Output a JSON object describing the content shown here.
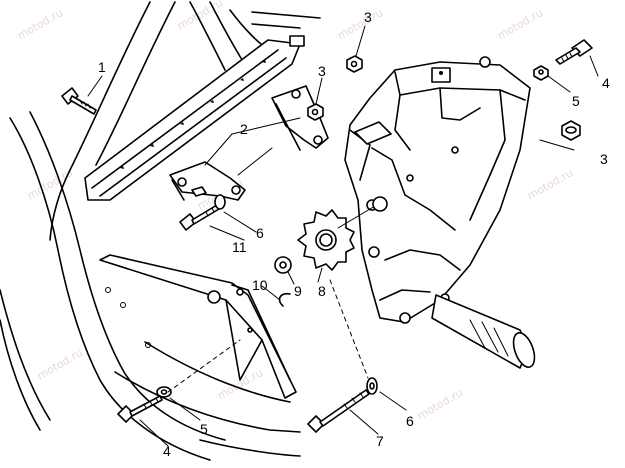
{
  "watermark": "motod.ru",
  "callouts": [
    {
      "id": "c1",
      "label": "1"
    },
    {
      "id": "c2",
      "label": "2"
    },
    {
      "id": "c3a",
      "label": "3"
    },
    {
      "id": "c3b",
      "label": "3"
    },
    {
      "id": "c3c",
      "label": "3"
    },
    {
      "id": "c4a",
      "label": "4"
    },
    {
      "id": "c4b",
      "label": "4"
    },
    {
      "id": "c5a",
      "label": "5"
    },
    {
      "id": "c5b",
      "label": "5"
    },
    {
      "id": "c6a",
      "label": "6"
    },
    {
      "id": "c6b",
      "label": "6"
    },
    {
      "id": "c7",
      "label": "7"
    },
    {
      "id": "c8",
      "label": "8"
    },
    {
      "id": "c9",
      "label": "9"
    },
    {
      "id": "c10",
      "label": "10"
    },
    {
      "id": "c11",
      "label": "11"
    }
  ]
}
